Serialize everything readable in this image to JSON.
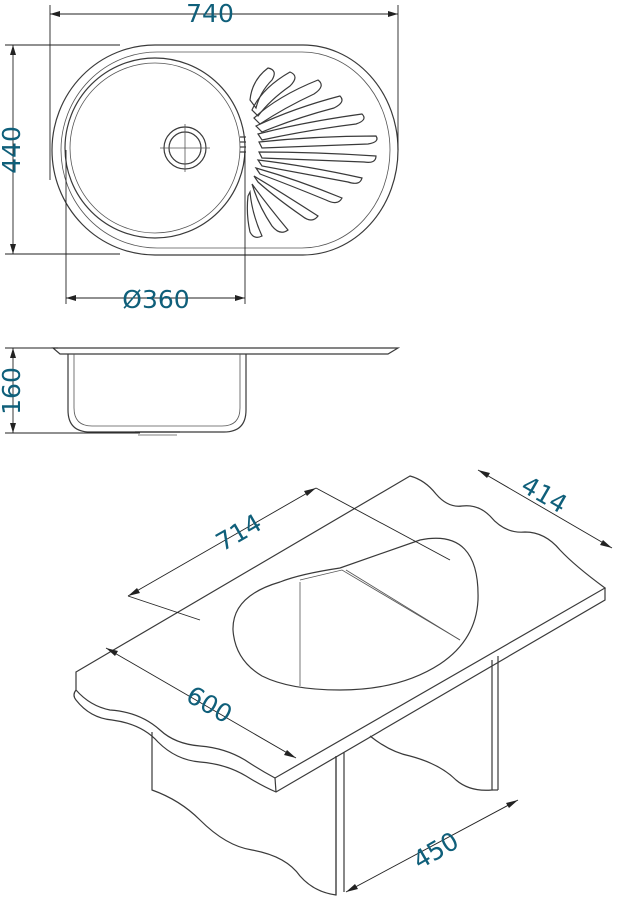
{
  "top_view": {
    "width_label": "740",
    "height_label": "440",
    "bowl_diameter_label": "Ø360"
  },
  "side_view": {
    "depth_label": "160"
  },
  "iso_view": {
    "cutout_length_label": "714",
    "cutout_width_label": "414",
    "countertop_depth_label": "600",
    "cabinet_width_label": "450"
  },
  "colors": {
    "dimension_text": "#0f5f7a",
    "line": "#3a3a3a"
  }
}
